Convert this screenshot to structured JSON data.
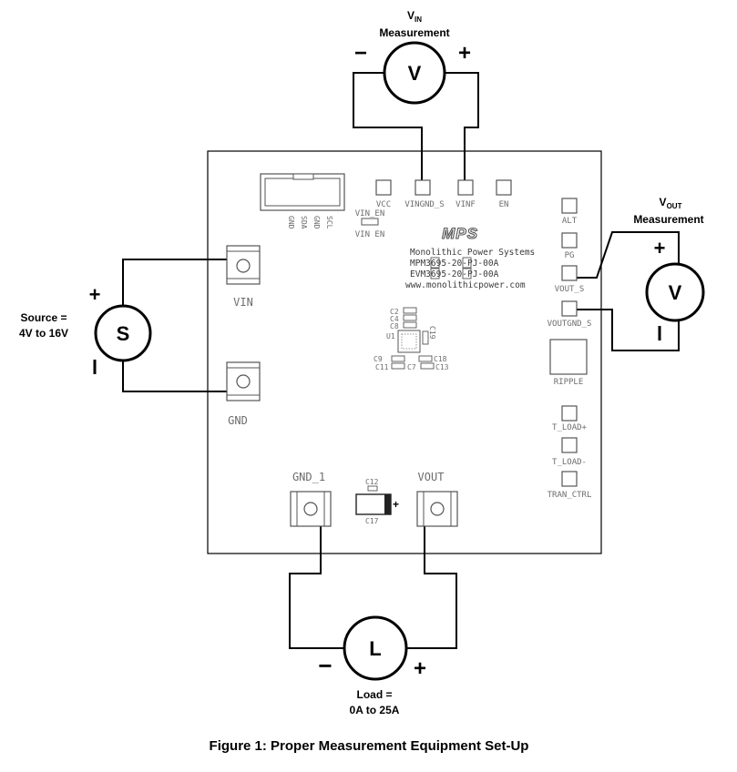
{
  "vin_meter": {
    "label_main": "V",
    "label_sub": "IN",
    "label_line2": "Measurement",
    "symbol": "V",
    "minus": "−",
    "plus": "+"
  },
  "vout_meter": {
    "label_main": "V",
    "label_sub": "OUT",
    "label_line2": "Measurement",
    "symbol": "V",
    "plus": "+",
    "minus": "−"
  },
  "source": {
    "label_line1": "Source =",
    "label_line2": "4V to 16V",
    "symbol": "S",
    "plus": "+",
    "minus": "−"
  },
  "load": {
    "label_line1": "Load =",
    "label_line2": "0A to 25A",
    "symbol": "L",
    "minus": "−",
    "plus": "+"
  },
  "board": {
    "connector_pins": [
      "GND",
      "SDA",
      "GND",
      "SCL"
    ],
    "top_pads": [
      "VCC",
      "VINGND_S",
      "VINF",
      "EN"
    ],
    "vin_en_labels": [
      "VIN_EN",
      "VIN EN"
    ],
    "logo": "MPS",
    "company": "Monolithic Power Systems",
    "part1_prefix": "MPM3",
    "part1_d1": "6",
    "part1_mid": "95-2",
    "part1_d2": "0",
    "part1_suffix": "-PJ-00A",
    "part2_prefix": "EVM3",
    "part2_d1": "6",
    "part2_mid": "95-2",
    "part2_d2": "0",
    "part2_suffix": "-PJ-00A",
    "website": "www.monolithicpower.com",
    "right_pads": [
      "ALT",
      "PG",
      "VOUT_S",
      "VOUTGND_S"
    ],
    "ripple": "RIPPLE",
    "bottom_right_pads": [
      "T_LOAD+",
      "T_LOAD-",
      "TRAN_CTRL"
    ],
    "vin_terminal": "VIN",
    "gnd_terminal": "GND",
    "gnd1_terminal": "GND_1",
    "vout_terminal": "VOUT",
    "caps": {
      "c2": "C2",
      "c4": "C4",
      "c8": "C8",
      "u1": "U1",
      "c19": "C19",
      "c9": "C9",
      "c18": "C18",
      "c11": "C11",
      "c7": "C7",
      "c13": "C13",
      "c12": "C12",
      "c17": "C17",
      "cap_plus": "+"
    }
  },
  "caption": "Figure 1: Proper Measurement Equipment Set-Up"
}
